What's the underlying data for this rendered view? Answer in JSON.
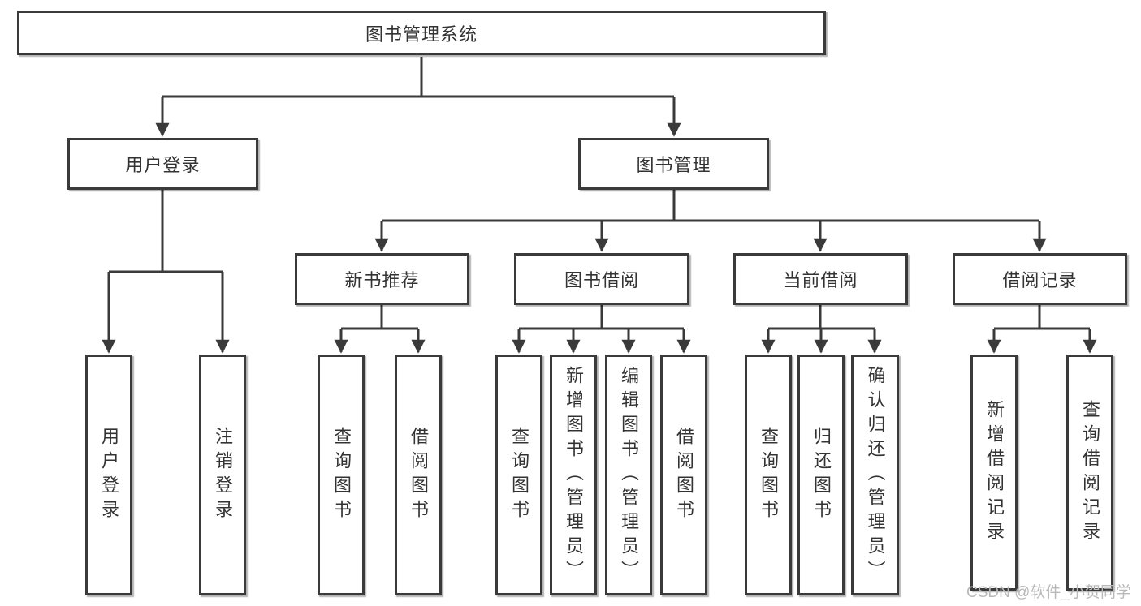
{
  "tree": {
    "label": "图书管理系统",
    "children": [
      {
        "label": "用户登录",
        "children": [
          {
            "label": "用户登录"
          },
          {
            "label": "注销登录"
          }
        ]
      },
      {
        "label": "图书管理",
        "children": [
          {
            "label": "新书推荐",
            "children": [
              {
                "label": "查询图书"
              },
              {
                "label": "借阅图书"
              }
            ]
          },
          {
            "label": "图书借阅",
            "children": [
              {
                "label": "查询图书"
              },
              {
                "label": "新增图书（管理员）"
              },
              {
                "label": "编辑图书（管理员）"
              },
              {
                "label": "借阅图书"
              }
            ]
          },
          {
            "label": "当前借阅",
            "children": [
              {
                "label": "查询图书"
              },
              {
                "label": "归还图书"
              },
              {
                "label": "确认归还（管理员）"
              }
            ]
          },
          {
            "label": "借阅记录",
            "children": [
              {
                "label": "新增借阅记录"
              },
              {
                "label": "查询借阅记录"
              }
            ]
          }
        ]
      }
    ]
  },
  "watermark": "CSDN @软件_小贺同学",
  "colors": {
    "line": "#3a3a3a",
    "box_border": "#3a3a3a",
    "text": "#333333",
    "background": "#ffffff",
    "watermark": "#b9b9b9"
  }
}
